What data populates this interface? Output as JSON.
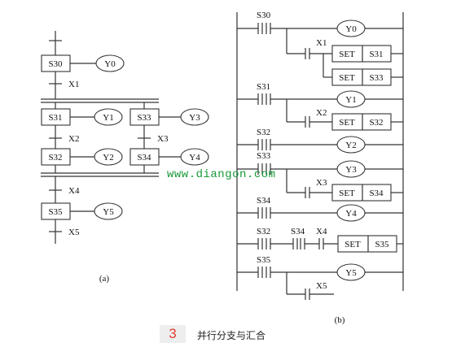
{
  "sfc": {
    "steps": [
      {
        "id": "s30",
        "label": "S30",
        "output": "Y0"
      },
      {
        "id": "s31",
        "label": "S31",
        "output": "Y1"
      },
      {
        "id": "s32",
        "label": "S32",
        "output": "Y2"
      },
      {
        "id": "s33",
        "label": "S33",
        "output": "Y3"
      },
      {
        "id": "s34",
        "label": "S34",
        "output": "Y4"
      },
      {
        "id": "s35",
        "label": "S35",
        "output": "Y5"
      }
    ],
    "transitions": [
      "X1",
      "X2",
      "X3",
      "X4",
      "X5"
    ],
    "caption": "(a)"
  },
  "ladder": {
    "rungs": [
      {
        "contacts": [
          "S30"
        ],
        "coil": "Y0"
      },
      {
        "contacts": [
          "X1"
        ],
        "coil": "SET S31",
        "branch_coil": "SET S33"
      },
      {
        "contacts": [
          "S31"
        ],
        "coil": "Y1"
      },
      {
        "contacts": [
          "X2"
        ],
        "coil": "SET S32"
      },
      {
        "contacts": [
          "S32"
        ],
        "coil": "Y2"
      },
      {
        "contacts": [
          "S33"
        ],
        "coil": "Y3"
      },
      {
        "contacts": [
          "X3"
        ],
        "coil": "SET S34"
      },
      {
        "contacts": [
          "S34"
        ],
        "coil": "Y4"
      },
      {
        "contacts": [
          "S32",
          "S34",
          "X4"
        ],
        "coil": "SET S35"
      },
      {
        "contacts": [
          "S35"
        ],
        "coil": "Y5"
      },
      {
        "contacts": [
          "X5"
        ],
        "coil": ""
      }
    ],
    "labels": {
      "s30": "S30",
      "x1": "X1",
      "y0": "Y0",
      "set": "SET",
      "s31": "S31",
      "s33": "S33",
      "s31c": "S31",
      "y1": "Y1",
      "x2": "X2",
      "s32": "S32",
      "s32c": "S32",
      "y2": "Y2",
      "s33c": "S33",
      "y3": "Y3",
      "x3": "X3",
      "s34": "S34",
      "s34c": "S34",
      "y4": "Y4",
      "s32d": "S32",
      "s34d": "S34",
      "x4": "X4",
      "s35": "S35",
      "s35c": "S35",
      "y5": "Y5",
      "x5": "X5"
    },
    "caption": "(b)"
  },
  "watermark": "www.diangon.com",
  "footer": {
    "number": "3",
    "title": "并行分支与汇合"
  }
}
